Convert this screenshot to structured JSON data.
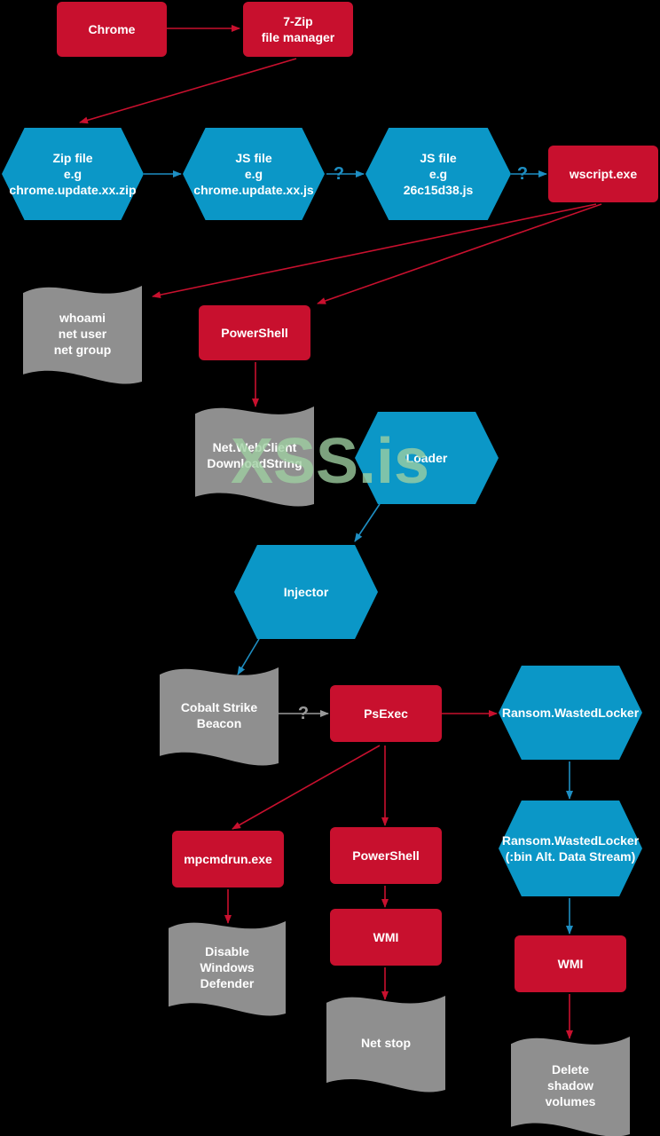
{
  "colors": {
    "background": "#000000",
    "process_red": "#c8102e",
    "file_blue": "#0b97c7",
    "document_gray": "#8f8f8f",
    "arrow_red": "#c8102e",
    "arrow_blue": "#1e8ec2",
    "arrow_gray": "#9a9a9a",
    "watermark": "#9fd0a2"
  },
  "watermark": "XSS.is",
  "question_mark": "?",
  "nodes": {
    "chrome": [
      "Chrome"
    ],
    "sevenzip": [
      "7-Zip",
      "file manager"
    ],
    "zipfile": [
      "Zip file",
      "e.g",
      "chrome.update.xx.zip"
    ],
    "jsfile1": [
      "JS file",
      "e.g",
      "chrome.update.xx.js"
    ],
    "jsfile2": [
      "JS file",
      "e.g",
      "26c15d38.js"
    ],
    "wscript": [
      "wscript.exe"
    ],
    "recon": [
      "whoami",
      "net user",
      "net group"
    ],
    "powershell1": [
      "PowerShell"
    ],
    "webclient": [
      "Net.WebClient",
      "DownloadString"
    ],
    "loader": [
      "Loader"
    ],
    "injector": [
      "Injector"
    ],
    "cobalt": [
      "Cobalt Strike",
      "Beacon"
    ],
    "psexec": [
      "PsExec"
    ],
    "ransom1": [
      "Ransom.WastedLocker"
    ],
    "ransom2": [
      "Ransom.WastedLocker",
      "(:bin Alt. Data Stream)"
    ],
    "mpcmdrun": [
      "mpcmdrun.exe"
    ],
    "powershell2": [
      "PowerShell"
    ],
    "wmi1": [
      "WMI"
    ],
    "wmi2": [
      "WMI"
    ],
    "disable_defender": [
      "Disable",
      "Windows",
      "Defender"
    ],
    "netstop": [
      "Net stop"
    ],
    "shadow": [
      "Delete",
      "shadow",
      "volumes"
    ]
  }
}
